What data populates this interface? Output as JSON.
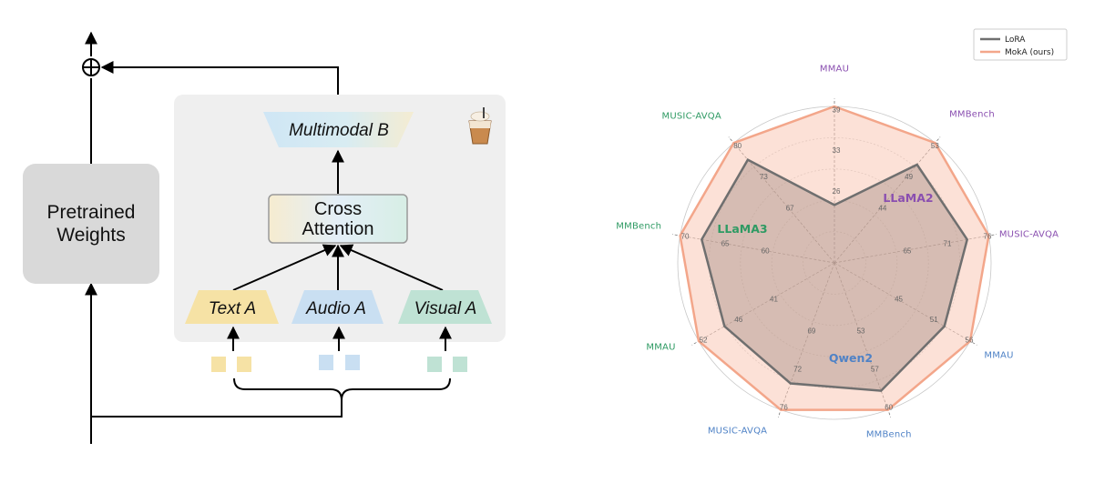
{
  "colors": {
    "lora": "#6f6f6f",
    "moka": "#f3a68a",
    "moka_fill": "#f9c9b7",
    "green": "#2e9a63",
    "purple": "#8a4fb0",
    "blue": "#4f82c6",
    "text_a": "#f6e2a5",
    "audio_a": "#c9dff2",
    "visual_a": "#bfe2d4",
    "box_bg": "#efefef",
    "weights_bg": "#d9d9d9"
  },
  "diagram": {
    "pretrained_weights": "Pretrained\nWeights",
    "multimodal_b": "Multimodal B",
    "cross_attention": "Cross\nAttention",
    "text_a": "Text A",
    "audio_a": "Audio A",
    "visual_a": "Visual A",
    "frozen_icon": "iced-coffee-icon"
  },
  "chart_data": {
    "type": "radar",
    "title": "",
    "legend": {
      "placement": "top-right",
      "entries": [
        "LoRA",
        "MokA (ours)"
      ]
    },
    "axes": [
      {
        "group": "LLaMA2",
        "label": "MMAU",
        "color": "purple",
        "ticks": [
          "39",
          "33",
          "26"
        ]
      },
      {
        "group": "LLaMA2",
        "label": "MMBench",
        "color": "purple",
        "ticks": [
          "53",
          "49",
          "44"
        ]
      },
      {
        "group": "LLaMA2",
        "label": "MUSIC-AVQA",
        "color": "purple",
        "ticks": [
          "76",
          "71",
          "65"
        ]
      },
      {
        "group": "Qwen2",
        "label": "MMAU",
        "color": "blue",
        "ticks": [
          "56",
          "51",
          "45"
        ]
      },
      {
        "group": "Qwen2",
        "label": "MMBench",
        "color": "blue",
        "ticks": [
          "60",
          "57",
          "53"
        ]
      },
      {
        "group": "Qwen2",
        "label": "MUSIC-AVQA",
        "color": "blue",
        "ticks": [
          "76",
          "72",
          "69"
        ]
      },
      {
        "group": "LLaMA3",
        "label": "MMAU",
        "color": "green",
        "ticks": [
          "52",
          "46",
          "41"
        ]
      },
      {
        "group": "LLaMA3",
        "label": "MMBench",
        "color": "green",
        "ticks": [
          "70",
          "65",
          "60"
        ]
      },
      {
        "group": "LLaMA3",
        "label": "MUSIC-AVQA",
        "color": "green",
        "ticks": [
          "80",
          "73",
          "67"
        ]
      }
    ],
    "groups": [
      {
        "name": "LLaMA2",
        "color": "purple"
      },
      {
        "name": "Qwen2",
        "color": "blue"
      },
      {
        "name": "LLaMA3",
        "color": "green"
      }
    ],
    "series": [
      {
        "name": "LoRA",
        "values": [
          0.37,
          0.82,
          0.86,
          0.81,
          0.87,
          0.82,
          0.81,
          0.86,
          0.86
        ]
      },
      {
        "name": "MokA (ours)",
        "values": [
          1.0,
          1.0,
          1.0,
          1.0,
          1.0,
          1.0,
          1.0,
          1.0,
          1.0
        ]
      }
    ],
    "normalized_scale": [
      0,
      1
    ],
    "grid": true
  }
}
